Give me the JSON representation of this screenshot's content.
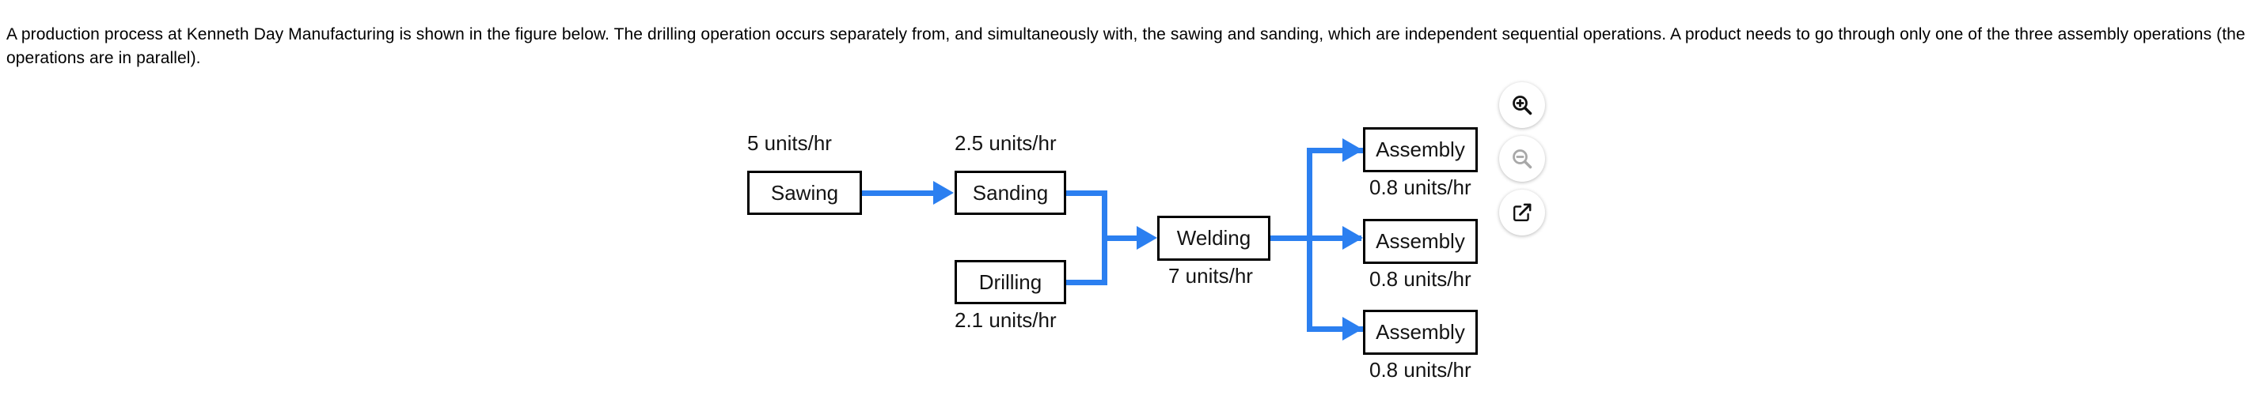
{
  "problem": {
    "statement": "A production process at Kenneth Day Manufacturing is shown in the figure below. The drilling operation occurs separately from, and simultaneously with, the sawing and sanding, which are independent sequential operations. A product needs to go through only one of the three assembly operations (the operations are in parallel)."
  },
  "figure": {
    "accent_color": "#2b7ff0",
    "node_border_color": "#000000",
    "background_color": "#ffffff",
    "nodes": [
      {
        "id": "sawing",
        "label": "Sawing",
        "rate": "5 units/hr",
        "rate_position": "above"
      },
      {
        "id": "sanding",
        "label": "Sanding",
        "rate": "2.5 units/hr",
        "rate_position": "above"
      },
      {
        "id": "drilling",
        "label": "Drilling",
        "rate": "2.1 units/hr",
        "rate_position": "below"
      },
      {
        "id": "welding",
        "label": "Welding",
        "rate": "7 units/hr",
        "rate_position": "below"
      },
      {
        "id": "assembly-1",
        "label": "Assembly",
        "rate": "0.8 units/hr",
        "rate_position": "below"
      },
      {
        "id": "assembly-2",
        "label": "Assembly",
        "rate": "0.8 units/hr",
        "rate_position": "below"
      },
      {
        "id": "assembly-3",
        "label": "Assembly",
        "rate": "0.8 units/hr",
        "rate_position": "below"
      }
    ],
    "flows": [
      {
        "from": "sawing",
        "to": "sanding"
      },
      {
        "from": "sanding",
        "to": "welding"
      },
      {
        "from": "drilling",
        "to": "welding"
      },
      {
        "from": "welding",
        "to": "assembly-1"
      },
      {
        "from": "welding",
        "to": "assembly-2"
      },
      {
        "from": "welding",
        "to": "assembly-3"
      }
    ]
  },
  "controls": {
    "zoom_in": {
      "name": "zoom-in",
      "tooltip": "Zoom in",
      "enabled": true
    },
    "zoom_out": {
      "name": "zoom-out",
      "tooltip": "Zoom out",
      "enabled": false
    },
    "open_new": {
      "name": "open-in-new-window",
      "tooltip": "Open in new window",
      "enabled": true
    }
  }
}
